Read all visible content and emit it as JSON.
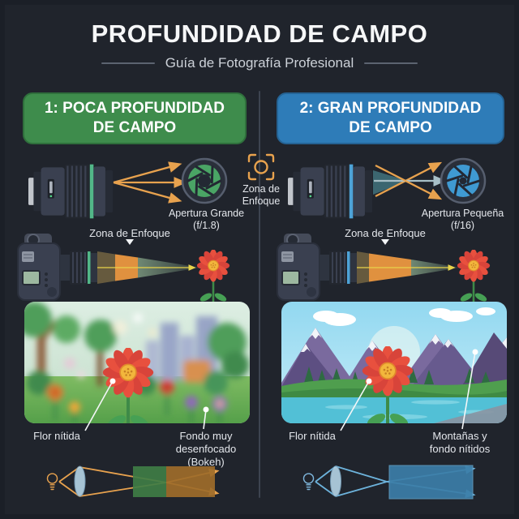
{
  "header": {
    "title": "PROFUNDIDAD DE CAMPO",
    "subtitle": "Guía de Fotografía Profesional"
  },
  "center": {
    "focus_icon_label": "Zona de\nEnfoque"
  },
  "columns": {
    "left": {
      "title": "1: POCA PROFUNDIDAD\nDE CAMPO",
      "aperture_caption": "Apertura Grande\n(f/1.8)",
      "focus_zone_label": "Zona de Enfoque",
      "callout_flower": "Flor nítida",
      "callout_background": "Fondo muy\ndesenfocado\n(Bokeh)",
      "accent_color": "#3e8c4c"
    },
    "right": {
      "title": "2: GRAN PROFUNDIDAD\nDE CAMPO",
      "aperture_caption": "Apertura Pequeña\n(f/16)",
      "focus_zone_label": "Zona de Enfoque",
      "callout_flower": "Flor nítida",
      "callout_background": "Montañas y\nfondo nítidos",
      "accent_color": "#2e7cb8"
    }
  },
  "icons": {
    "focus_brackets": "focus-frame-icon",
    "aperture_large": "aperture-wide-icon",
    "aperture_small": "aperture-narrow-icon",
    "lightbulb": "lightbulb-icon",
    "camera": "dslr-camera-icon",
    "lens": "camera-lens-icon",
    "flower": "red-flower-icon"
  },
  "colors": {
    "background": "#20242c",
    "divider": "#3d4450",
    "left_accent": "#3e8c4c",
    "right_accent": "#2e7cb8",
    "arrow_orange": "#e8a24e",
    "ray_blue": "#6db3dc",
    "focus_zone_orange": "#e0913f",
    "flower_red": "#e8503e",
    "title_text": "#f6f7f8"
  }
}
